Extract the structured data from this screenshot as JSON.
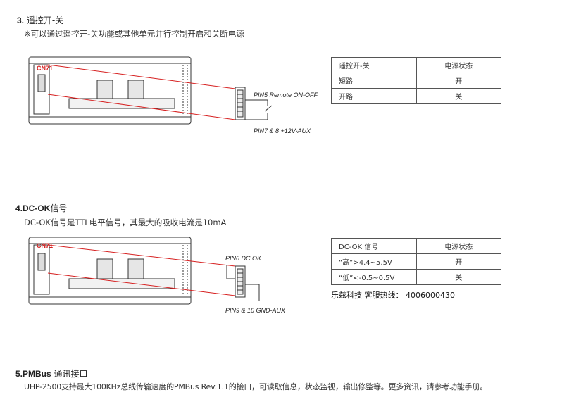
{
  "section3": {
    "number": "3.",
    "title": "遥控开-关",
    "description": "※可以通过遥控开-关功能或其他单元并行控制开启和关断电源",
    "connector_label": "CN71",
    "pin_label_top": "PIN5 Remote ON-OFF",
    "pin_label_bottom": "PIN7 & 8 +12V-AUX",
    "table": {
      "headers": [
        "遥控开-关",
        "电源状态"
      ],
      "rows": [
        [
          "短路",
          "开"
        ],
        [
          "开路",
          "关"
        ]
      ]
    }
  },
  "section4": {
    "number": "4.",
    "title_en": "DC-OK",
    "title_cn": "信号",
    "description": "DC-OK信号是TTL电平信号，其最大的吸收电流是10mA",
    "connector_label": "CN71",
    "pin_label_top": "PIN6 DC OK",
    "pin_label_bottom": "PIN9 & 10 GND-AUX",
    "table": {
      "headers": [
        "DC-OK 信号",
        "电源状态"
      ],
      "rows": [
        [
          "“高”>4.4~5.5V",
          "开"
        ],
        [
          "“低”<-0.5~0.5V",
          "关"
        ]
      ]
    },
    "note": "乐兹科技 客服热线： 4006000430"
  },
  "section5": {
    "number": "5.",
    "title_en": "PMBus",
    "title_cn": "通讯接口",
    "description": "UHP-2500支持最大100KHz总线传输速度的PMBus Rev.1.1的接口，可读取信息，状态监视，输出修整等。更多资讯，请参考功能手册。"
  },
  "colors": {
    "line_red": "#d62020",
    "stroke": "#333333"
  }
}
